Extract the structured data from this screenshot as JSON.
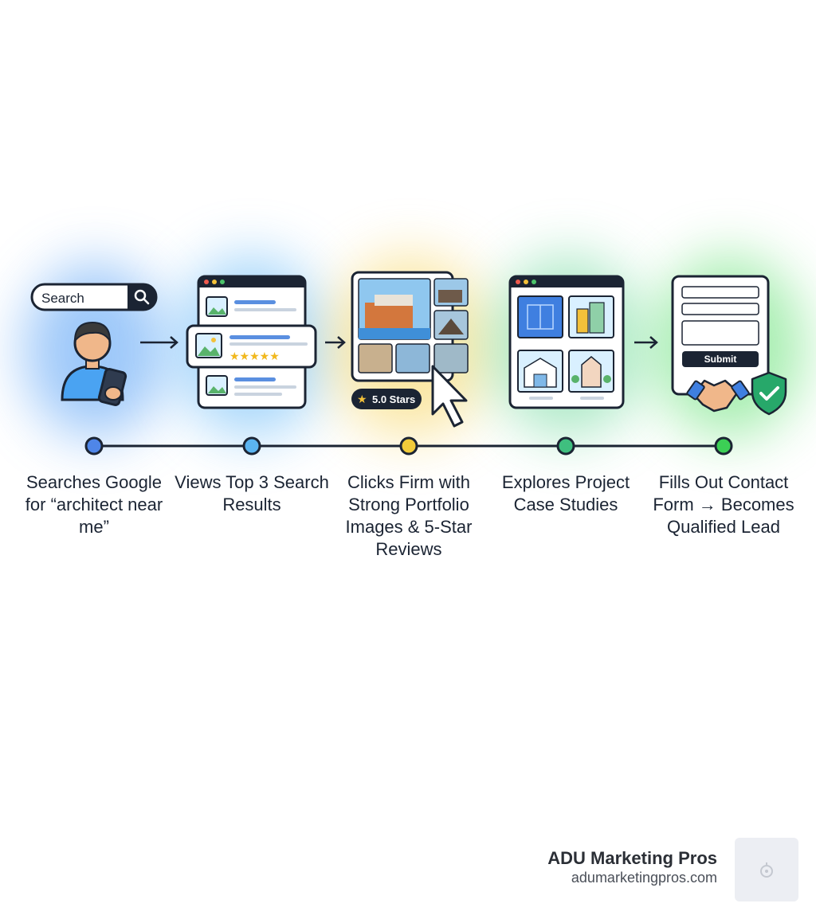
{
  "search": {
    "label": "Search"
  },
  "rating": {
    "label": "5.0 Stars"
  },
  "form": {
    "submit_label": "Submit"
  },
  "steps": [
    {
      "label": "Searches Google for “architect near me”",
      "color": "#4f86e8"
    },
    {
      "label": "Views Top 3 Search Results",
      "color": "#5bb4f0"
    },
    {
      "label": "Clicks Firm with Strong Portfolio Images & 5-Star Reviews",
      "color": "#f1cb3a"
    },
    {
      "label": "Explores Project Case Studies",
      "color": "#3fbf7f"
    },
    {
      "label": "Fills Out Contact Form → Becomes Qualified Lead",
      "color": "#3ccf55"
    }
  ],
  "brand": {
    "name": "ADU Marketing Pros",
    "url": "adumarketingpros.com"
  }
}
